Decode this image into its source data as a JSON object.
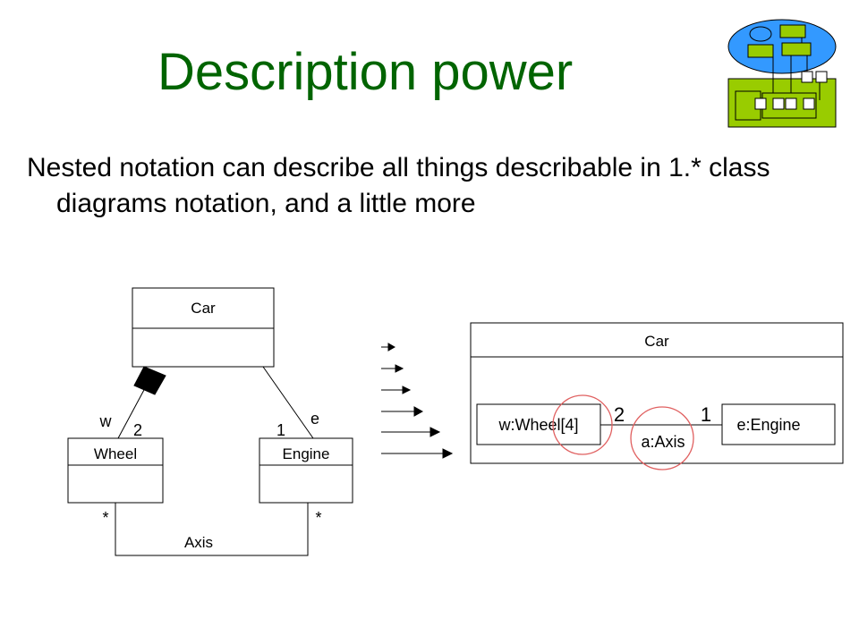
{
  "slide": {
    "title": "Description power",
    "body": "Nested notation can describe all things describable in 1.* class diagrams notation, and a little more"
  },
  "class_diagram": {
    "car_label": "Car",
    "wheel_label": "Wheel",
    "engine_label": "Engine",
    "wheel_role": "w",
    "engine_role": "e",
    "wheel_multiplicity": "2",
    "engine_multiplicity": "1",
    "wheel_axis_multiplicity": "*",
    "engine_axis_multiplicity": "*",
    "axis_label": "Axis"
  },
  "nested_diagram": {
    "car_label": "Car",
    "wheel_part_label": "w:Wheel[4]",
    "engine_part_label": "e:Engine",
    "wheel_end_multiplicity": "2",
    "engine_end_multiplicity": "1",
    "axis_connector_label": "a:Axis"
  },
  "colors": {
    "title": "#006400",
    "logo_fill": "#99cc00",
    "logo_ellipse": "#3399ff",
    "highlight_circle": "#e06060"
  }
}
